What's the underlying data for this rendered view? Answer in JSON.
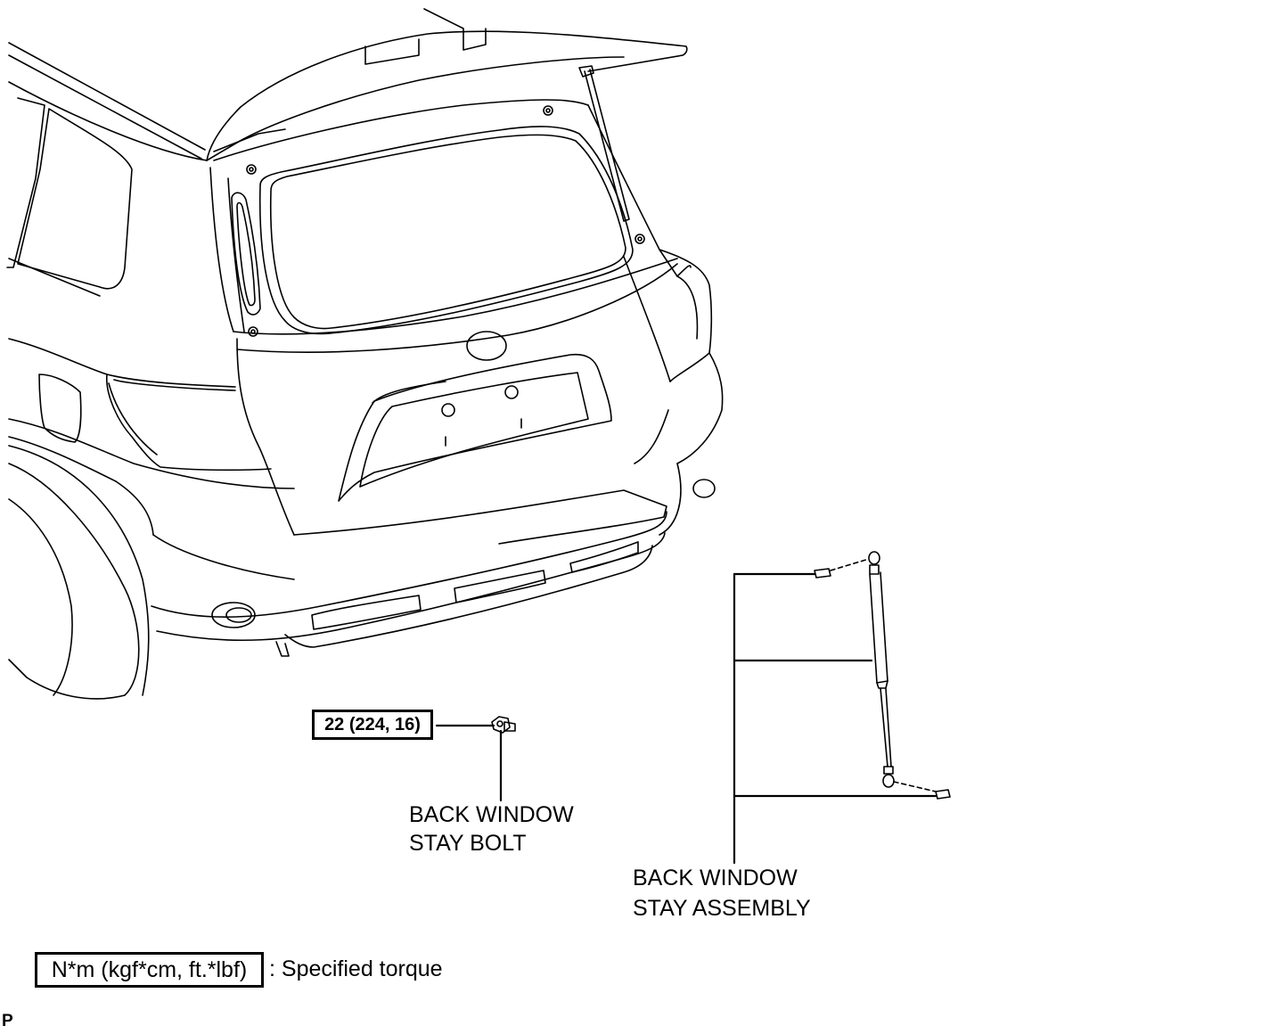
{
  "labels": {
    "torque_value": "22 (224, 16)",
    "bolt_line1": "BACK WINDOW",
    "bolt_line2": "STAY BOLT",
    "stay_line1": "BACK WINDOW",
    "stay_line2": "STAY ASSEMBLY"
  },
  "legend": {
    "unit_box": "N*m (kgf*cm, ft.*lbf)",
    "description": ": Specified torque"
  },
  "corner_code": "P",
  "colors": {
    "line": "#000000",
    "background": "#ffffff"
  }
}
